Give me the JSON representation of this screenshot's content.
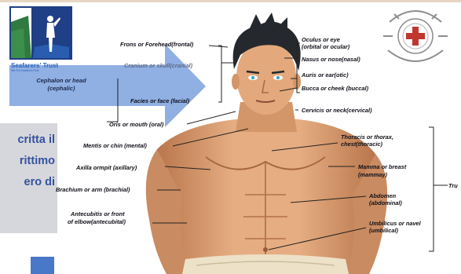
{
  "logo": {
    "icon_name": "seafarer-figure-icon",
    "brand_text": "Seafarers' Trust",
    "tagline": "We Put Seafarers First",
    "color": "#1f3f86"
  },
  "emblem": {
    "icon_name": "anchor-cross-seal-icon",
    "color": "#c1372f"
  },
  "arrow": {
    "label_line1": "Cephalon or head",
    "label_line2": "(cephalic)",
    "color": "#7da1de"
  },
  "side_text": {
    "lines": [
      "critta il",
      "rittimo",
      "ero  di"
    ],
    "color": "#3452a0"
  },
  "diagram": {
    "labels": {
      "frons": "Frons or Forehead(frontal)",
      "cranium": "Cranium or skull(cranial)",
      "facies": "Facies or face (facial)",
      "oris": "Oris or mouth (oral)",
      "mentis": "Mentis or chin (mental)",
      "axilla": "Axilla ormpit (axillary)",
      "brachium": "Brachium or arm (brachial)",
      "antecubitis_1": "Antecubitis or front",
      "antecubitis_2": "of elbow(antecubital)",
      "oculus_1": "Oculus or eye",
      "oculus_2": "(orbital or ocular)",
      "nasus": "Nasus or nose(nasal)",
      "auris": "Auris or ear(otic)",
      "bucca": "Bucca or cheek (buccal)",
      "cervicis": "Cervicis or neck(cervical)",
      "thoracis_1": "Thoracis or thorax,",
      "thoracis_2": "chest(thoracic)",
      "mamma_1": "Mamma or breast",
      "mamma_2": "(mammay)",
      "abdomen_1": "Abdomen",
      "abdomen_2": "(abdominal)",
      "umbilicus_1": "Umbilicus or navel",
      "umbilicus_2": "(umbilical)",
      "truncus": "Tru"
    }
  },
  "colors": {
    "skin": "#e0a578",
    "skin_shadow": "#b8774f",
    "hair": "#25292e",
    "cloth": "#ede1c8"
  }
}
